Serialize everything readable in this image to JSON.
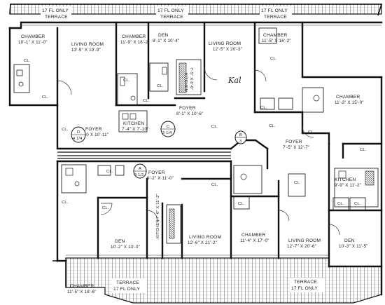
{
  "terraces": {
    "top_left": [
      "17 FL ONLY",
      "TERRACE"
    ],
    "top_middle": [
      "17 FL ONLY",
      "TERRACE"
    ],
    "top_right": [
      "17 FL ONLY",
      "TERRACE"
    ],
    "bottom_left": [
      "TERRACE",
      "17 FL ONLY"
    ],
    "bottom_right": [
      "TERRACE",
      "17 FL ONLY"
    ]
  },
  "rooms": {
    "chamber_a": {
      "name": "CHAMBER",
      "dim": "10'-1\" X 11'-0\""
    },
    "living_a": {
      "name": "LIVING ROOM",
      "dim": "13'-9\" X 19'-9\""
    },
    "chamber_b": {
      "name": "CHAMBER",
      "dim": "11'-9\" X 16'-2\""
    },
    "den_c": {
      "name": "DEN",
      "dim": "8'-1\" X 10'-4\""
    },
    "living_c": {
      "name": "LIVING ROOM",
      "dim": "12'-5\" X 20'-3\""
    },
    "chamber_top_right": {
      "name": "CHAMBER",
      "dim": "11'-5\" X 16'-2\""
    },
    "chamber_right": {
      "name": "CHAMBER",
      "dim": "11'-3\" X 15'-0\""
    },
    "foyer_d": {
      "name": "FOYER",
      "dim": "5'-0 X 10'-11\""
    },
    "kitchen_d": {
      "name": "KITCHEN",
      "dim": "7'-4\" X 7'-10\""
    },
    "foyer_c": {
      "name": "FOYER",
      "dim": "8'-1\" X 10'-6\""
    },
    "kitchen_c": {
      "name": "KITCHEN",
      "dim": "7'-5\" X 8'-0\""
    },
    "foyer_b": {
      "name": "FOYER",
      "dim": "7'-5\" X 12'-7\""
    },
    "foyer_a": {
      "name": "FOYER",
      "dim": "9'-2\" X 11'-0\""
    },
    "kitchen_b": {
      "name": "KITCHEN",
      "dim": "9'-9\" X 11'-2\""
    },
    "den_a": {
      "name": "DEN",
      "dim": "10'-2\" X 13'-0\""
    },
    "kitchen_a": {
      "name": "KITCHEN",
      "dim": "7'-6\" X 11'-2\""
    },
    "living_a2": {
      "name": "LIVING ROOM",
      "dim": "12'-6\" X 21'-2\""
    },
    "chamber_bottom_mid": {
      "name": "CHAMBER",
      "dim": "11'-4\" X 17'-0\""
    },
    "living_b": {
      "name": "LIVING ROOM",
      "dim": "12'-7\" X 20'-6\""
    },
    "den_b": {
      "name": "DEN",
      "dim": "10'-3\" X 11'-5\""
    },
    "chamber_bottom_left": {
      "name": "CHAMBER",
      "dim": "11'-5\" X 18'-6\""
    }
  },
  "units": {
    "d": {
      "letter": "D",
      "size": "4 1/4"
    },
    "c": {
      "letter": "C",
      "size": "3 1/4"
    },
    "b": {
      "letter": "B",
      "size": "3"
    },
    "a": {
      "letter": "A",
      "size": "3 1/2"
    }
  },
  "closet_label": "CL.",
  "annotation": "Kal"
}
